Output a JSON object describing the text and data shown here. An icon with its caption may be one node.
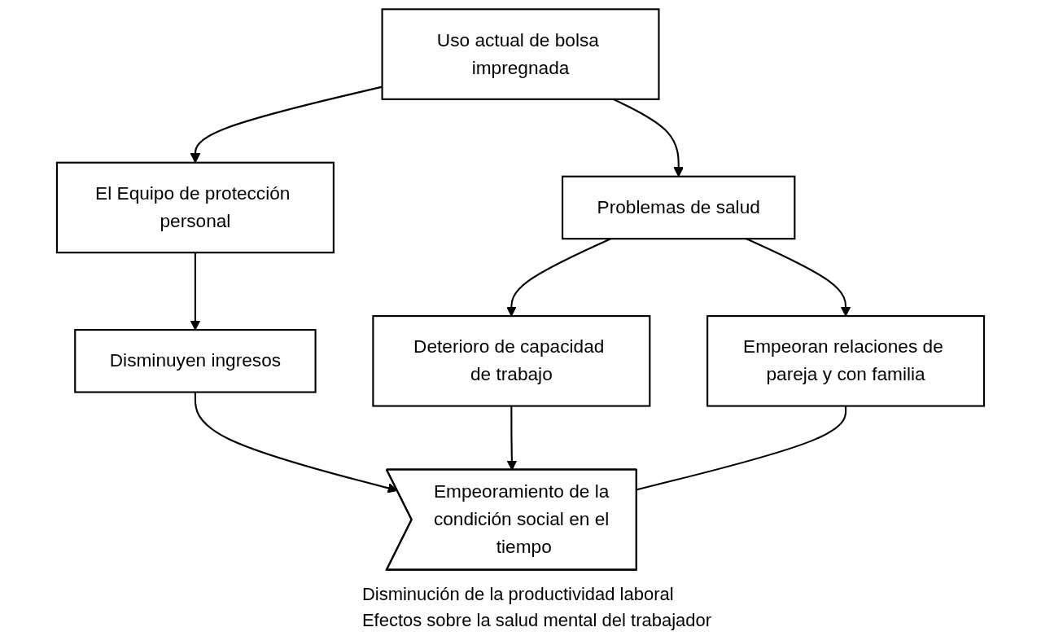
{
  "diagram": {
    "nodes": [
      {
        "text": [
          "Uso actual de bolsa impregnada"
        ]
      },
      {
        "text": [
          "El Equipo de protección personal"
        ]
      },
      {
        "text": [
          "Problemas de salud"
        ]
      },
      {
        "text": [
          "Empeoran relaciones de pareja y con familia"
        ]
      },
      {
        "text": [
          "Disminuyen ingresos"
        ]
      },
      {
        "text": [
          "Deterioro de capacidad de trabajo"
        ]
      },
      {
        "text": [
          "Empeoramiento de la condición social en el tiempo"
        ]
      }
    ],
    "edges": [
      {
        "from": 0,
        "to": 1,
        "arrow": "to"
      },
      {
        "from": 0,
        "to": 2,
        "arrow": "to"
      },
      {
        "from": 2,
        "to": 3,
        "arrow": "to"
      },
      {
        "from": 1,
        "to": 4,
        "arrow": "to"
      },
      {
        "from": 2,
        "to": 5,
        "arrow": "to"
      },
      {
        "from": 4,
        "to": 6,
        "arrow": "to"
      },
      {
        "from": 5,
        "to": 6,
        "arrow": "to"
      },
      {
        "from": 3,
        "to": 6,
        "arrow": "none"
      }
    ],
    "labels": [
      "Disminución de la productividad laboral",
      "Efectos sobre la salud mental del trabajador"
    ]
  }
}
